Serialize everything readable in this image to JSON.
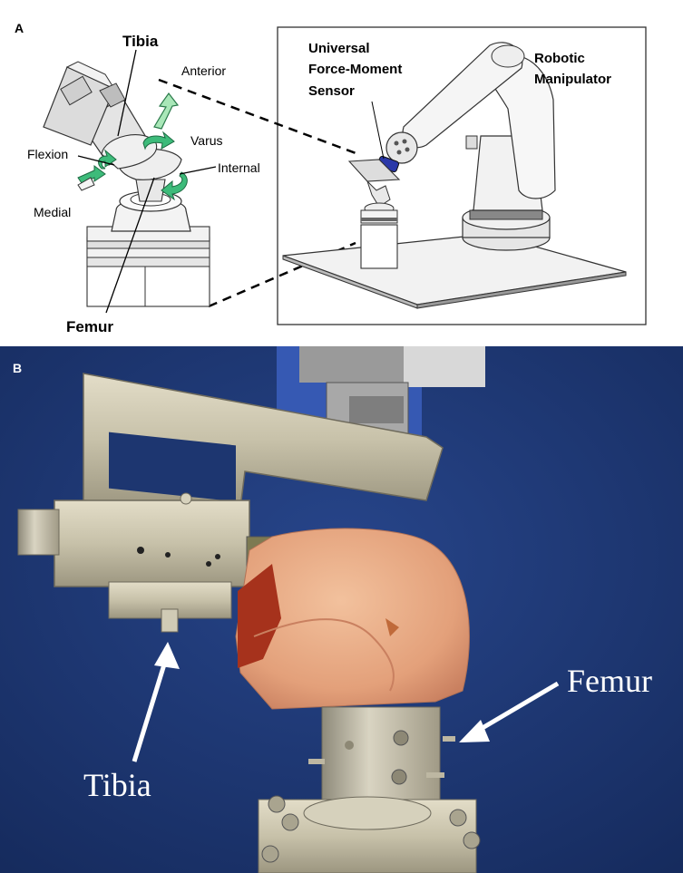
{
  "panel_a": {
    "letter": "A",
    "labels": {
      "tibia": "Tibia",
      "anterior": "Anterior",
      "varus": "Varus",
      "flexion": "Flexion",
      "internal": "Internal",
      "medial": "Medial",
      "femur": "Femur",
      "sensor": "Universal Force-Moment Sensor",
      "sensor_line1": "Universal",
      "sensor_line2": "Force-Moment",
      "sensor_line3": "Sensor",
      "robot_line1": "Robotic",
      "robot_line2": "Manipulator"
    },
    "colors": {
      "arrow_green": "#3dbb7a",
      "arrow_light": "#a9e7b8"
    }
  },
  "panel_b": {
    "letter": "B",
    "labels": {
      "tibia": "Tibia",
      "femur": "Femur"
    },
    "colors": {
      "background": "#1e3a78",
      "tissue": "#e8a882",
      "metal": "#c9c4b0"
    }
  }
}
